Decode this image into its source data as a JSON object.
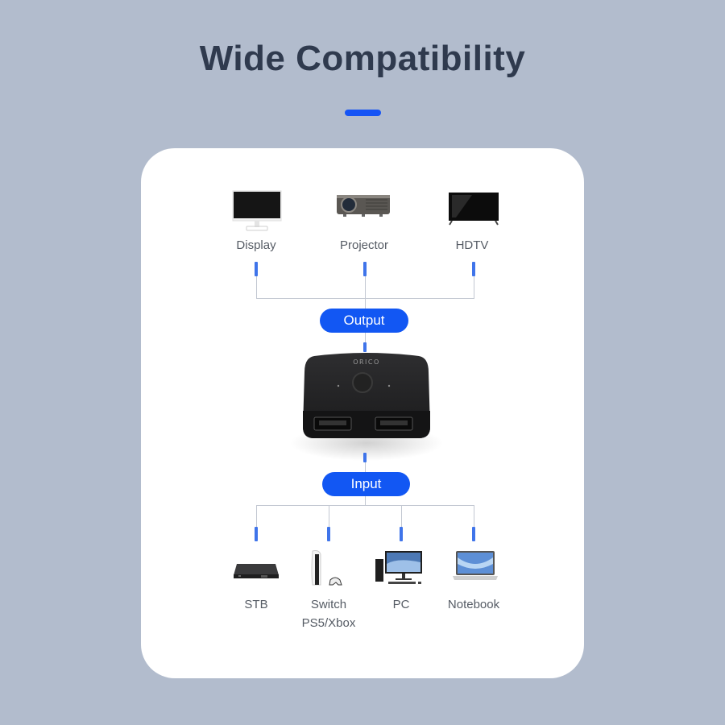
{
  "header": {
    "title": "Wide Compatibility",
    "accent_color": "#1554f5"
  },
  "colors": {
    "background": "#b2bccd",
    "card": "#ffffff",
    "title_text": "#2f3a4e",
    "pill": "#1257f3",
    "connector_tick": "#3f74ea",
    "connector_line": "#c3c8d2",
    "label_text": "#555b64"
  },
  "output_devices": [
    {
      "label": "Display",
      "icon": "monitor-icon"
    },
    {
      "label": "Projector",
      "icon": "projector-icon"
    },
    {
      "label": "HDTV",
      "icon": "tv-icon"
    }
  ],
  "output_label": "Output",
  "hub": {
    "brand": "ORICO",
    "icon": "hdmi-switch-icon",
    "ports": 2
  },
  "input_label": "Input",
  "input_devices": [
    {
      "label": "STB",
      "icon": "set-top-box-icon"
    },
    {
      "label": "Switch",
      "label_line2": "PS5/Xbox",
      "icon": "game-console-icon"
    },
    {
      "label": "PC",
      "icon": "desktop-pc-icon"
    },
    {
      "label": "Notebook",
      "icon": "laptop-icon"
    }
  ]
}
